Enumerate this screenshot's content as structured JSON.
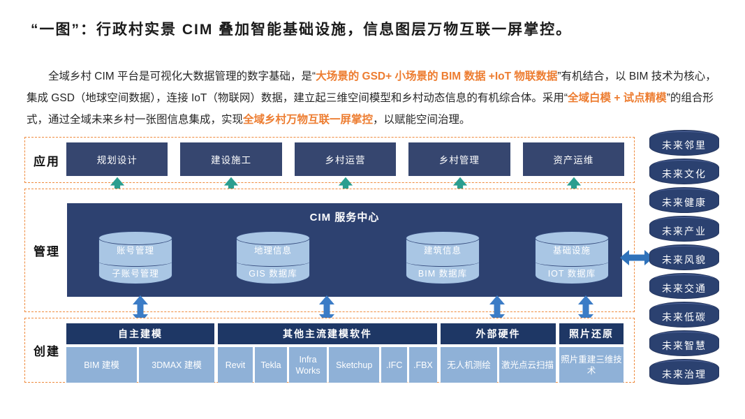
{
  "title": "“一图”：行政村实景 CIM 叠加智能基础设施，信息图层万物互联一屏掌控。",
  "intro": {
    "segments": [
      {
        "text": "全域乡村 CIM 平台是可视化大数据管理的数字基础，是“",
        "highlight": false
      },
      {
        "text": "大场景的 GSD+ 小场景的 BIM 数据 +IoT 物联数据",
        "highlight": true
      },
      {
        "text": "”有机结合，以 BIM 技术为核心，集成 GSD（地球空间数据），连接 IoT（物联网）数据，建立起三维空间模型和乡村动态信息的有机综合体。采用“",
        "highlight": false
      },
      {
        "text": "全域白模 + 试点精模",
        "highlight": true
      },
      {
        "text": "”的组合形式，通过全域未来乡村一张图信息集成，实现",
        "highlight": false
      },
      {
        "text": "全域乡村万物互联一屏掌控",
        "highlight": true
      },
      {
        "text": "，以赋能空间治理。",
        "highlight": false
      }
    ]
  },
  "rows": {
    "application": {
      "label": "应用",
      "boxes": [
        "规划设计",
        "建设施工",
        "乡村运营",
        "乡村管理",
        "资产运维"
      ]
    },
    "management": {
      "label": "管理",
      "center_title": "CIM 服务中心",
      "databases": [
        {
          "top": "账号管理",
          "bottom": "子账号管理"
        },
        {
          "top": "地理信息",
          "bottom": "GIS 数据库"
        },
        {
          "top": "建筑信息",
          "bottom": "BIM 数据库"
        },
        {
          "top": "基础设施",
          "bottom": "IOT 数据库"
        }
      ]
    },
    "creation": {
      "label": "创建",
      "groups": [
        {
          "header": "自主建模",
          "cells": [
            "BIM 建模",
            "3DMAX 建模"
          ]
        },
        {
          "header": "其他主流建模软件",
          "cells": [
            "Revit",
            "Tekla",
            "Infra Works",
            "Sketchup",
            ".IFC",
            ".FBX"
          ]
        },
        {
          "header": "外部硬件",
          "cells": [
            "无人机测绘",
            "激光点云扫描"
          ]
        },
        {
          "header": "照片还原",
          "cells": [
            "照片重建三维技术"
          ]
        }
      ]
    }
  },
  "future_stack": {
    "items": [
      "未来邻里",
      "未来文化",
      "未来健康",
      "未来产业",
      "未来风貌",
      "未来交通",
      "未来低碳",
      "未来智慧",
      "未来治理"
    ]
  },
  "colors": {
    "accent_orange": "#ed7d31",
    "dash_border": "#ef8a3c",
    "navy_box": "#36466f",
    "cim_box": "#2d4170",
    "creation_header": "#1e3765",
    "light_cell": "#8fb1d7",
    "db_fill": "#a9c6e4",
    "teal_arrow": "#2b9e8f",
    "blue_arrow": "#3b7cc6"
  }
}
